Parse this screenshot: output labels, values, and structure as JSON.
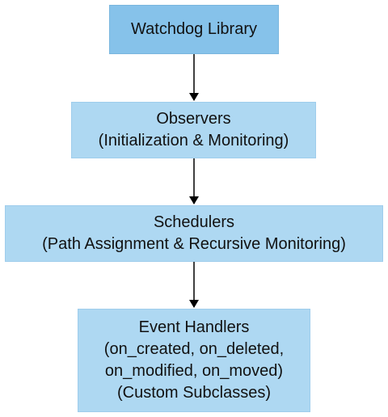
{
  "nodes": {
    "root": {
      "lines": [
        "Watchdog Library"
      ]
    },
    "observers": {
      "lines": [
        "Observers",
        "(Initialization & Monitoring)"
      ]
    },
    "schedulers": {
      "lines": [
        "Schedulers",
        "(Path Assignment & Recursive Monitoring)"
      ]
    },
    "handlers": {
      "lines": [
        "Event Handlers",
        "(on_created, on_deleted,",
        "on_modified, on_moved)",
        "(Custom Subclasses)"
      ]
    }
  },
  "colors": {
    "root_fill": "#86c2ea",
    "node_fill": "#aed8f2",
    "arrow": "#000000",
    "text": "#111111"
  }
}
